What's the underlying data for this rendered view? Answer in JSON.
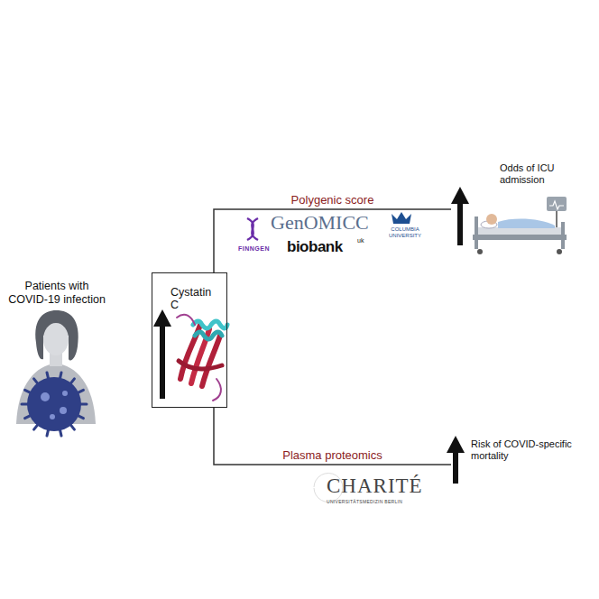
{
  "diagram": {
    "nodes": [
      {
        "text": [
          "Patients with COVID-19 infection"
        ]
      },
      {
        "text": [
          "Cystatin C"
        ]
      },
      {
        "text": [
          "Odds of ICU admission"
        ]
      },
      {
        "text": [
          "Risk of COVID-specific mortality"
        ]
      }
    ],
    "edges": [
      {
        "from": 1,
        "to": 2,
        "arrow": "none",
        "label": "Polygenic score"
      },
      {
        "from": 1,
        "to": 3,
        "arrow": "none",
        "label": "Plasma proteomics"
      }
    ],
    "labels": [
      "FINNGEN",
      "GenOMICC",
      "COLUMBIA UNIVERSITY",
      "biobank",
      "uk",
      "CHARITÉ",
      "UNIVERSITÄTSMEDIZIN BERLIN"
    ]
  }
}
